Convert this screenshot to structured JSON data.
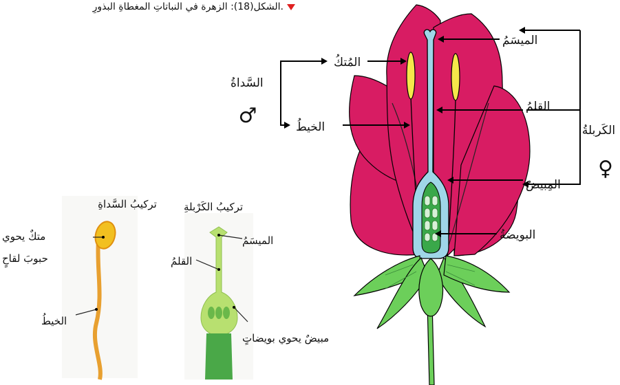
{
  "caption": "الشكل(18): الزهرة في النباتاتِ المغطاةِ البذورِ.",
  "caption_marker_color": "#e02020",
  "colors": {
    "petal": "#d81c63",
    "sepal": "#6ccf5a",
    "pistil": "#9fd6e8",
    "anther": "#f5e84a",
    "ovary_inner": "#3aa84a",
    "stamen_orange": "#e8a030",
    "pistil_green": "#b8e070"
  },
  "labels": {
    "stigma": "الميسَمُ",
    "anther": "المُتكُ",
    "stamen_group": "السَّداةُ",
    "filament": "الخيطُ",
    "style": "القلمُ",
    "carpel_group": "الكَربلةُ",
    "ovary": "المِبيضُ",
    "ovule": "البويضةُ"
  },
  "symbols": {
    "male": "♂",
    "female": "♀"
  },
  "stamen_inset": {
    "title": "تركيبُ السَّداةِ",
    "anther_line1": "متكٌ يحوي",
    "anther_line2": "حبوبَ لقاحٍ",
    "filament": "الخيطُ"
  },
  "carpel_inset": {
    "title": "تركيبُ الكَرْبلةِ",
    "stigma": "الميسَمُ",
    "style": "القلمُ",
    "ovary": "مبيضٌ يحوي بويضاتٍ"
  }
}
